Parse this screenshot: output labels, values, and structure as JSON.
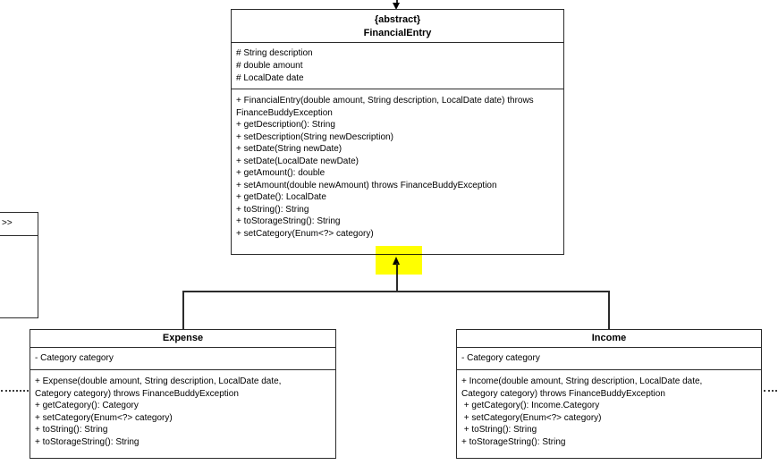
{
  "colors": {
    "highlight": "#ffff00",
    "line": "#2b2b2b"
  },
  "partial_class": {
    "stereotype_fragment": ">>"
  },
  "financial_entry": {
    "stereotype": "{abstract}",
    "name": "FinancialEntry",
    "attributes": [
      "# String description",
      "# double amount",
      "# LocalDate date"
    ],
    "methods": [
      "+ FinancialEntry(double amount, String description, LocalDate date) throws\nFinanceBuddyException",
      "+ getDescription(): String",
      "+ setDescription(String newDescription)",
      "+ setDate(String newDate)",
      "+ setDate(LocalDate newDate)",
      "+ getAmount(): double",
      "+ setAmount(double newAmount) throws FinanceBuddyException",
      "+ getDate(): LocalDate",
      "+ toString(): String",
      "+ toStorageString(): String",
      "+ setCategory(Enum<?> category)"
    ]
  },
  "expense": {
    "name": "Expense",
    "attributes": [
      "- Category category"
    ],
    "methods": [
      "+ Expense(double amount, String description, LocalDate date,\nCategory category) throws FinanceBuddyException",
      "+ getCategory(): Category",
      "+ setCategory(Enum<?> category)",
      "+ toString(): String",
      "+ toStorageString(): String"
    ]
  },
  "income": {
    "name": "Income",
    "attributes": [
      "- Category category"
    ],
    "methods": [
      "+ Income(double amount, String description, LocalDate date,\nCategory category) throws FinanceBuddyException",
      " + getCategory(): Income.Category",
      " + setCategory(Enum<?> category)",
      " + toString(): String",
      "+ toStorageString(): String"
    ]
  }
}
